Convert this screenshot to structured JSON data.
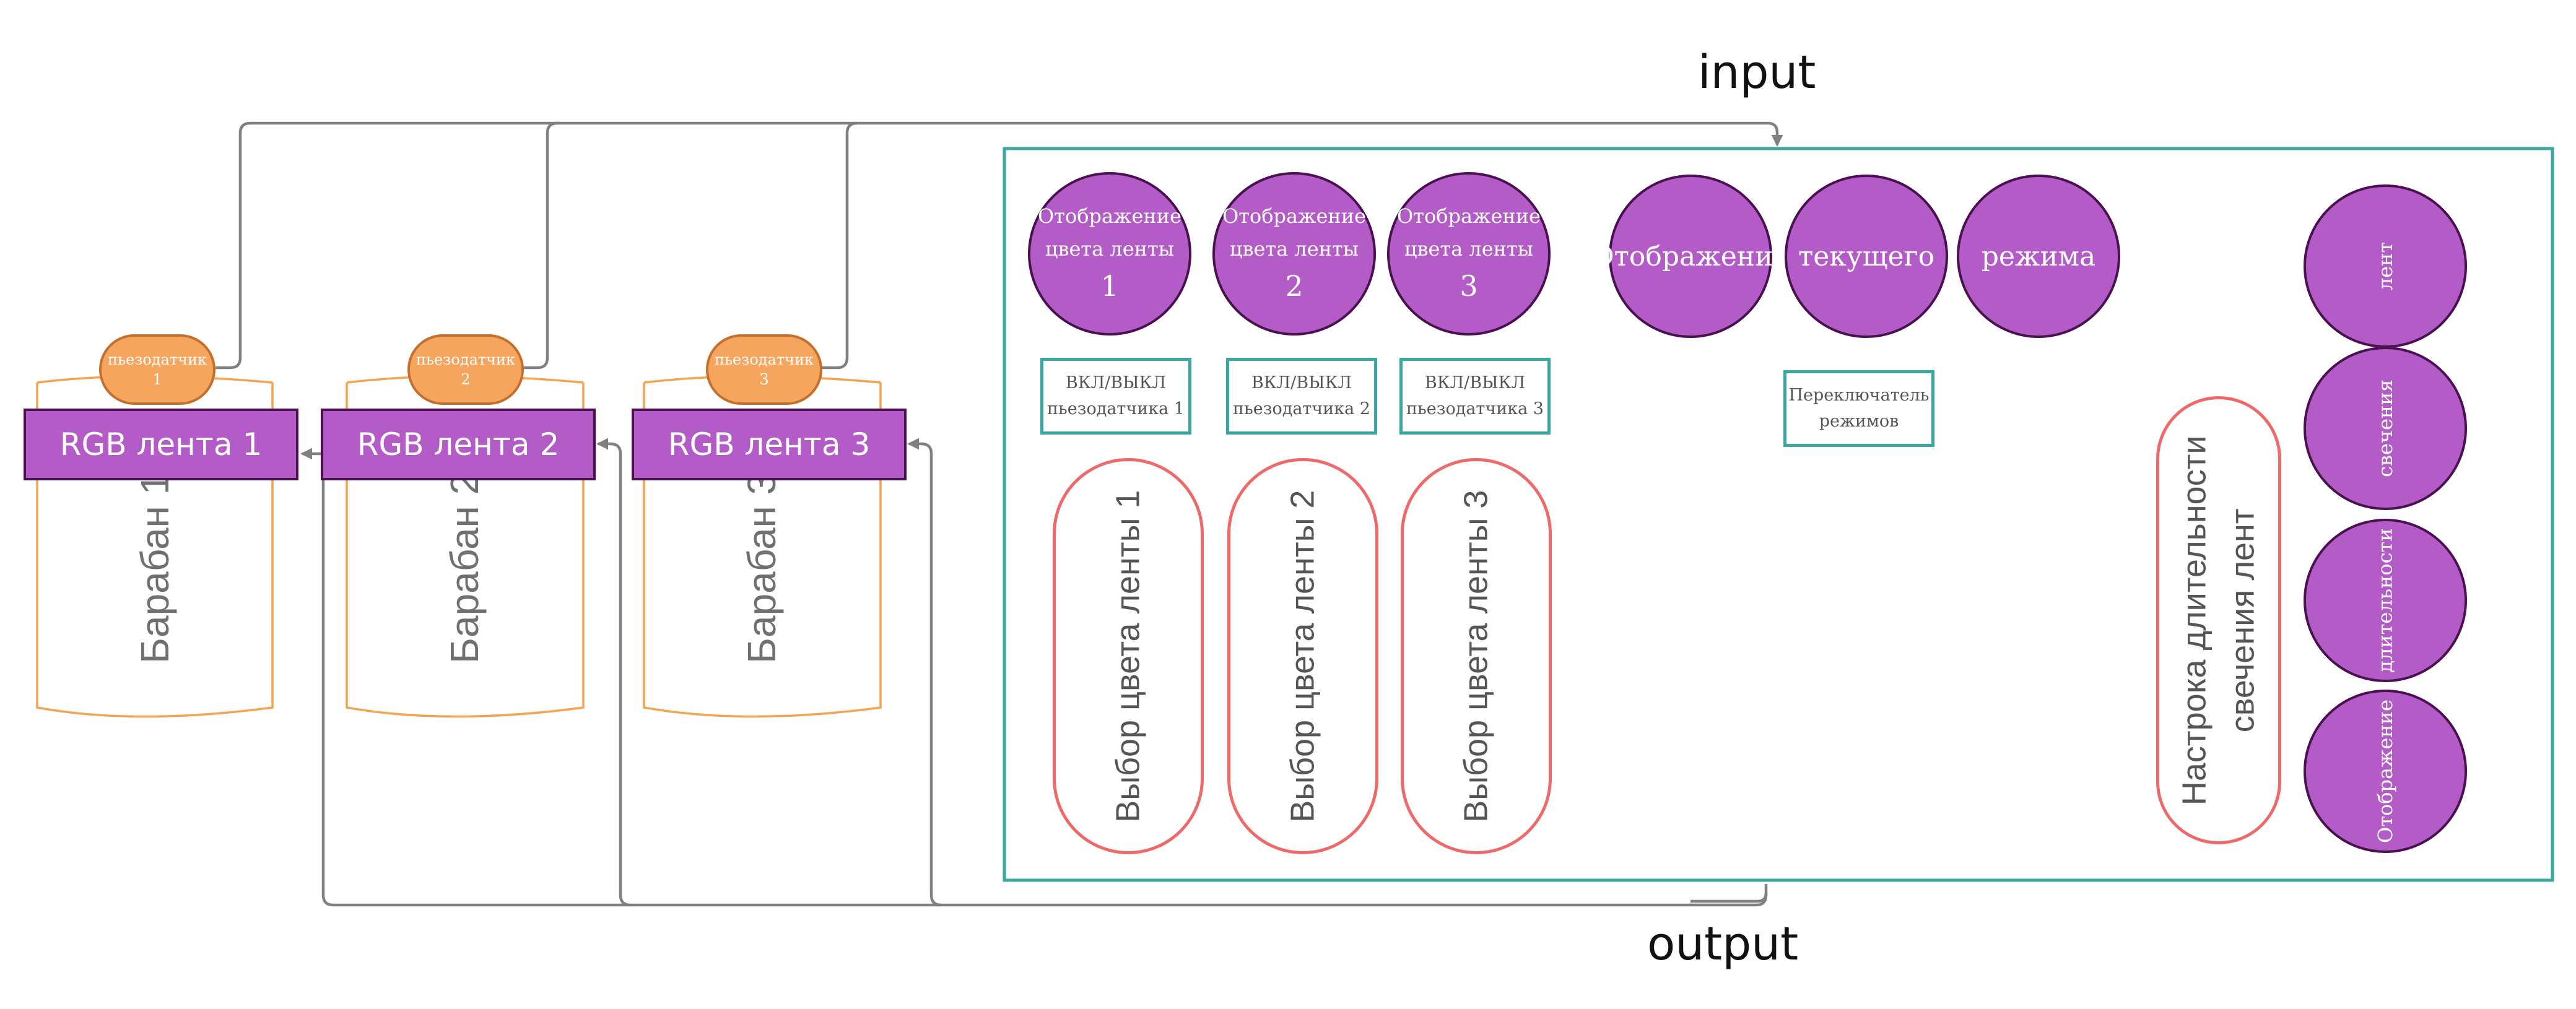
{
  "labels": {
    "input": "input",
    "output": "output"
  },
  "drums": [
    {
      "title": "Барабан 1",
      "strip": "RGB лента 1",
      "sensor_line1": "пьезодатчик",
      "sensor_line2": "1"
    },
    {
      "title": "Барабан 2",
      "strip": "RGB лента 2",
      "sensor_line1": "пьезодатчик",
      "sensor_line2": "2"
    },
    {
      "title": "Барабан 3",
      "strip": "RGB лента 3",
      "sensor_line1": "пьезодатчик",
      "sensor_line2": "3"
    }
  ],
  "panel": {
    "color_displays": [
      {
        "line1": "Отображение",
        "line2": "цвета ленты",
        "number": "1"
      },
      {
        "line1": "Отображение",
        "line2": "цвета ленты",
        "number": "2"
      },
      {
        "line1": "Отображение",
        "line2": "цвета ленты",
        "number": "3"
      }
    ],
    "mode_display": [
      "Отображение",
      "текущего",
      "режима"
    ],
    "sensor_toggles": [
      {
        "line1": "ВКЛ/ВЫКЛ",
        "line2": "пьезодатчика 1"
      },
      {
        "line1": "ВКЛ/ВЫКЛ",
        "line2": "пьезодатчика 2"
      },
      {
        "line1": "ВКЛ/ВЫКЛ",
        "line2": "пьезодатчика 3"
      }
    ],
    "mode_switch": {
      "line1": "Переключатель",
      "line2": "режимов"
    },
    "color_selects": [
      "Выбор цвета ленты 1",
      "Выбор цвета ленты 2",
      "Выбор цвета ленты 3"
    ],
    "duration_setting": {
      "line1": "Настрока длительности",
      "line2": "свечения лент"
    },
    "duration_display": [
      "лент",
      "свечения",
      "длительности",
      "Отображение"
    ]
  },
  "colors": {
    "panel_border": "#3aa8a0",
    "strip_fill": "#b35cc7",
    "sensor_fill": "#f6a55f",
    "drum_outline": "#f4a34e",
    "pill_border": "#ee6a6a",
    "wire": "#808080"
  }
}
